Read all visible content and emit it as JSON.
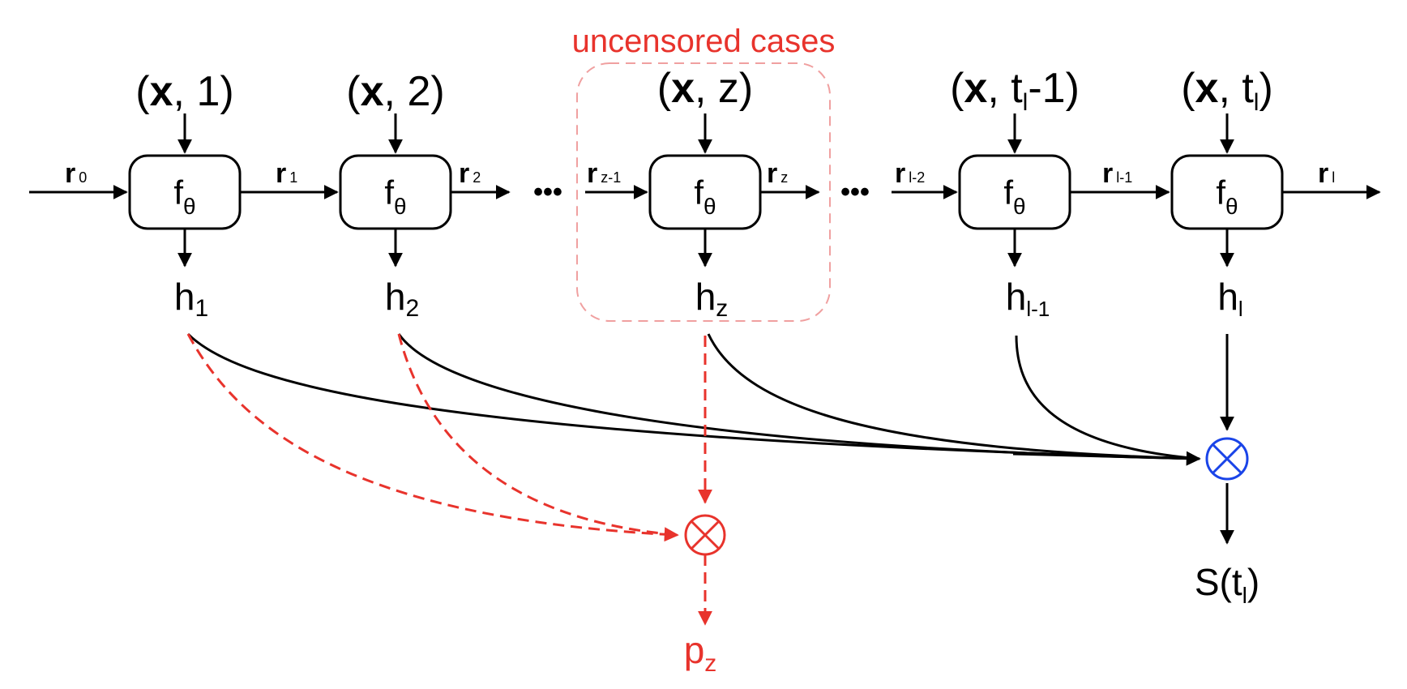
{
  "region": {
    "label": "uncensored cases"
  },
  "cell_label": {
    "main": "f",
    "sub": "θ"
  },
  "cells": [
    {
      "in_var": "x",
      "in_pre": ", ",
      "in_time": "1",
      "in_sub": "",
      "in_post": "",
      "h_main": "h",
      "h_sub": "1"
    },
    {
      "in_var": "x",
      "in_pre": ", ",
      "in_time": "2",
      "in_sub": "",
      "in_post": "",
      "h_main": "h",
      "h_sub": "2"
    },
    {
      "in_var": "x",
      "in_pre": ", ",
      "in_time": "z",
      "in_sub": "",
      "in_post": "",
      "h_main": "h",
      "h_sub": "z"
    },
    {
      "in_var": "x",
      "in_pre": ", ",
      "in_time": "t",
      "in_sub": "l",
      "in_post": "-1",
      "h_main": "h",
      "h_sub": "l-1"
    },
    {
      "in_var": "x",
      "in_pre": ", ",
      "in_time": "t",
      "in_sub": "l",
      "in_post": "",
      "h_main": "h",
      "h_sub": "l"
    }
  ],
  "recurrent_states": [
    {
      "main": "r",
      "sub": "0"
    },
    {
      "main": "r",
      "sub": "1"
    },
    {
      "main": "r",
      "sub": "2"
    },
    {
      "main": "r",
      "sub": "z-1"
    },
    {
      "main": "r",
      "sub": "z"
    },
    {
      "main": "r",
      "sub": "l-2"
    },
    {
      "main": "r",
      "sub": "l-1"
    },
    {
      "main": "r",
      "sub": "l"
    }
  ],
  "ellipsis": "•••",
  "outputs": {
    "pz": {
      "main": "p",
      "sub": "z"
    },
    "survival": {
      "main": "S(t",
      "sub": "l",
      "post": ")"
    }
  },
  "colors": {
    "black": "#000000",
    "red": "#e8332c",
    "region_border": "#f0a0a0",
    "blue": "#1a44e8"
  }
}
